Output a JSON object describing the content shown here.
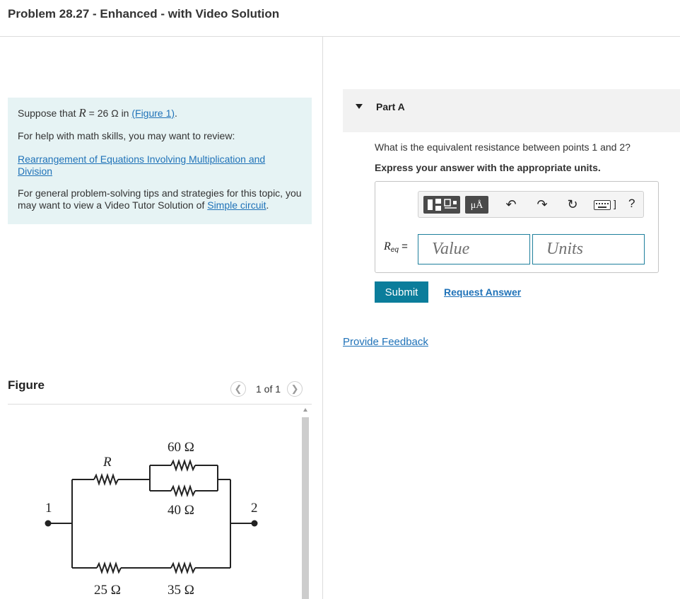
{
  "header": {
    "title": "Problem 28.27 - Enhanced - with Video Solution"
  },
  "intro": {
    "suppose_prefix": "Suppose that ",
    "variable": "R",
    "suppose_value": " = 26 Ω in ",
    "figure_link": "(Figure 1)",
    "suppose_end": ".",
    "math_help": "For help with math skills, you may want to review:",
    "review_link": "Rearrangement of Equations Involving Multiplication and Division",
    "tips_text": "For general problem-solving tips and strategies for this topic, you may want to view a Video Tutor Solution of ",
    "tips_link": "Simple circuit",
    "tips_end": "."
  },
  "figure": {
    "title": "Figure",
    "pager": "1 of 1",
    "prev_icon": "chevron-left-icon",
    "next_icon": "chevron-right-icon",
    "labels": {
      "r60": "60 Ω",
      "r": "R",
      "r40": "40 Ω",
      "r25": "25 Ω",
      "r35": "35 Ω",
      "node1": "1",
      "node2": "2"
    }
  },
  "part": {
    "label": "Part A",
    "question": "What is the equivalent resistance between points 1 and 2?",
    "instruction": "Express your answer with the appropriate units.",
    "toolbar": {
      "units_label": "μÅ",
      "icons": [
        "templates-icon",
        "units-icon",
        "undo-icon",
        "redo-icon",
        "reset-icon",
        "keyboard-icon",
        "help-icon"
      ],
      "help_label": "?"
    },
    "req_label": "R",
    "req_sub": "eq",
    "req_eq": " =",
    "value_placeholder": "Value",
    "units_placeholder": "Units",
    "submit": "Submit",
    "request_answer": "Request Answer"
  },
  "feedback": "Provide Feedback",
  "colors": {
    "submit_bg": "#0b7d9b",
    "link": "#1f72b8",
    "intro_bg": "#e6f3f4",
    "field_border": "#1e7f9c"
  }
}
